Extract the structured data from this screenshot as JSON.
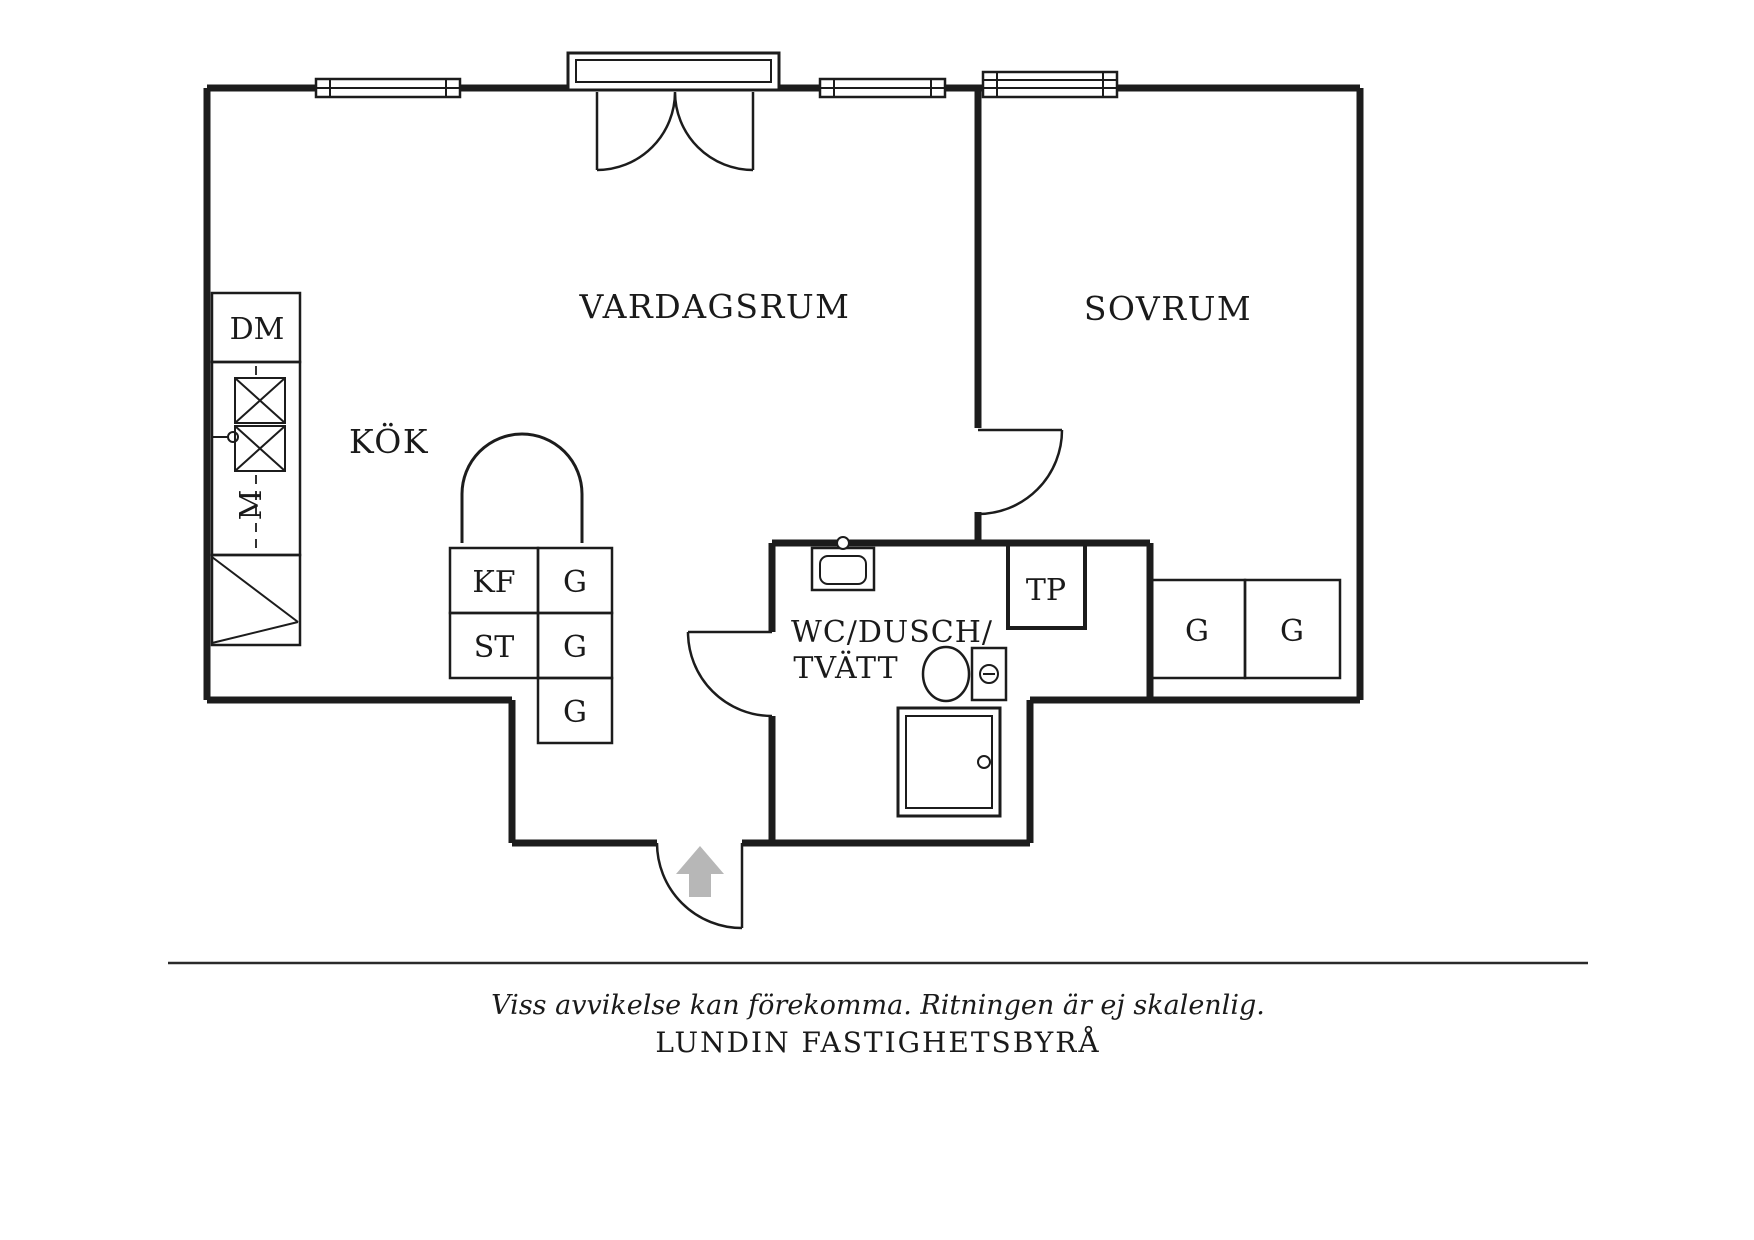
{
  "rooms": {
    "living_room": "VARDAGSRUM",
    "bedroom": "SOVRUM",
    "kitchen": "KÖK",
    "bathroom_line1": "WC/DUSCH/",
    "bathroom_line2": "TVÄTT"
  },
  "labels": {
    "dishwasher": "DM",
    "machine": "M",
    "fridge_freezer": "KF",
    "stove": "ST",
    "wardrobe_1": "G",
    "wardrobe_2": "G",
    "wardrobe_3": "G",
    "closet_tp": "TP",
    "bedroom_wardrobe_1": "G",
    "bedroom_wardrobe_2": "G"
  },
  "footer": {
    "disclaimer": "Viss avvikelse kan förekomma. Ritningen är ej skalenlig.",
    "brand": "LUNDIN FASTIGHETSBYRÅ"
  },
  "colors": {
    "line": "#1c1c1c",
    "entry_arrow": "#b7b7b7",
    "background": "#ffffff"
  }
}
